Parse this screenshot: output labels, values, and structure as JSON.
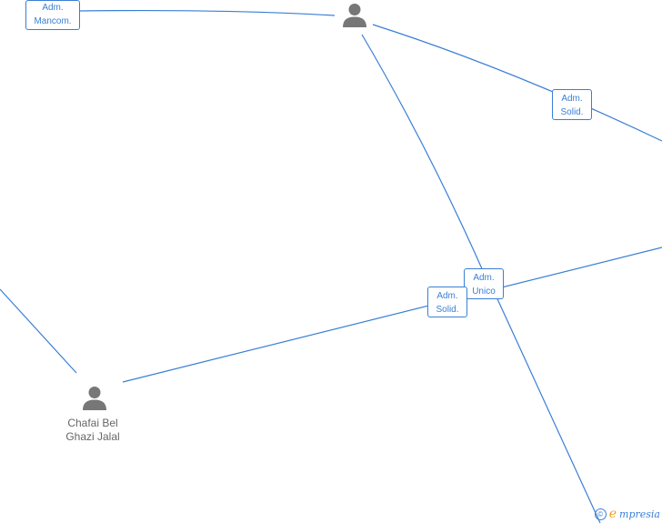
{
  "persons": [
    {
      "id": "p-top",
      "name_lines": []
    },
    {
      "id": "p-bottom",
      "name_lines": [
        "Chafai Bel",
        "Ghazi Jalal"
      ]
    }
  ],
  "roles": [
    {
      "id": "role-mancom",
      "lines": [
        "Adm.",
        "Mancom."
      ]
    },
    {
      "id": "role-solid-right",
      "lines": [
        "Adm.",
        "Solid."
      ]
    },
    {
      "id": "role-unico",
      "lines": [
        "Adm.",
        "Unico"
      ]
    },
    {
      "id": "role-solid-center",
      "lines": [
        "Adm.",
        "Solid."
      ]
    }
  ],
  "colors": {
    "edge": "#3a7fd5",
    "icon": "#777777",
    "name_text": "#666666"
  },
  "branding": {
    "copyright_symbol": "©",
    "logo_initial": "e",
    "logo_text": "mpresia"
  }
}
